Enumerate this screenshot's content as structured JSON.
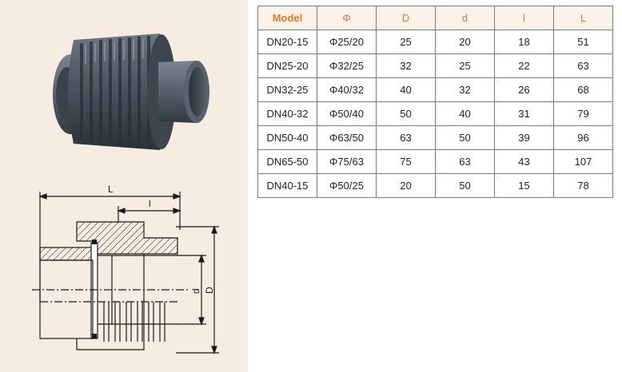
{
  "table": {
    "headers": [
      "Model",
      "Φ",
      "D",
      "d",
      "l",
      "L"
    ],
    "rows": [
      [
        "DN20-15",
        "Φ25/20",
        "25",
        "20",
        "18",
        "51"
      ],
      [
        "DN25-20",
        "Φ32/25",
        "32",
        "25",
        "22",
        "63"
      ],
      [
        "DN32-25",
        "Φ40/32",
        "40",
        "32",
        "26",
        "68"
      ],
      [
        "DN40-32",
        "Φ50/40",
        "50",
        "40",
        "31",
        "79"
      ],
      [
        "DN50-40",
        "Φ63/50",
        "63",
        "50",
        "39",
        "96"
      ],
      [
        "DN65-50",
        "Φ75/63",
        "75",
        "63",
        "43",
        "107"
      ],
      [
        "DN40-15",
        "Φ50/25",
        "20",
        "50",
        "15",
        "78"
      ]
    ]
  },
  "drawing": {
    "label_L": "L",
    "label_l": "l",
    "label_d": "d",
    "label_D": "D"
  },
  "colors": {
    "header_text": "#e0782f",
    "panel_bg": "#f7ece1",
    "pvc_gray": "#4a5560"
  }
}
